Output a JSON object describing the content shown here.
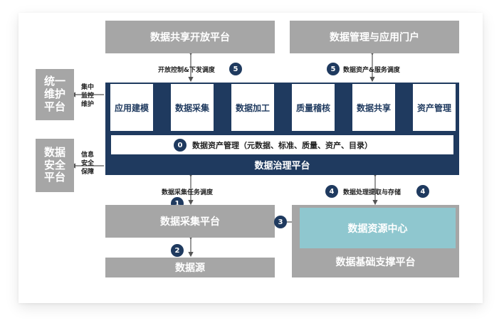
{
  "top_left_platform": "数据共享开放平台",
  "top_right_portal": "数据管理与应用门户",
  "left_box_ops": "统一维护平台",
  "left_box_security": "数据安全平台",
  "left_label_ops": "集中监控维护",
  "left_label_security": "信息安全保障",
  "badges": [
    "5",
    "5",
    "0",
    "1",
    "2",
    "3",
    "4",
    "4"
  ],
  "flows": {
    "top_left": "开放控制&下发调度",
    "top_right": "数据资产&服务调度",
    "collect_schedule": "数据采集任务调度",
    "processing_storage": "数据处理提取与存储"
  },
  "modules": [
    "应用建模",
    "数据采集",
    "数据加工",
    "质量稽核",
    "数据共享",
    "资产管理"
  ],
  "asset_bar": "数据资产管理（元数据、标准、质量、资产、目录）",
  "governance_platform": "数据治理平台",
  "collection_platform": "数据采集平台",
  "data_source": "数据源",
  "resource_center": "数据资源中心",
  "foundation_platform": "数据基础支撑平台",
  "colors": {
    "navy": "#1f3a5f",
    "gray": "#a6a6a6",
    "teal": "#8fc7cf"
  }
}
